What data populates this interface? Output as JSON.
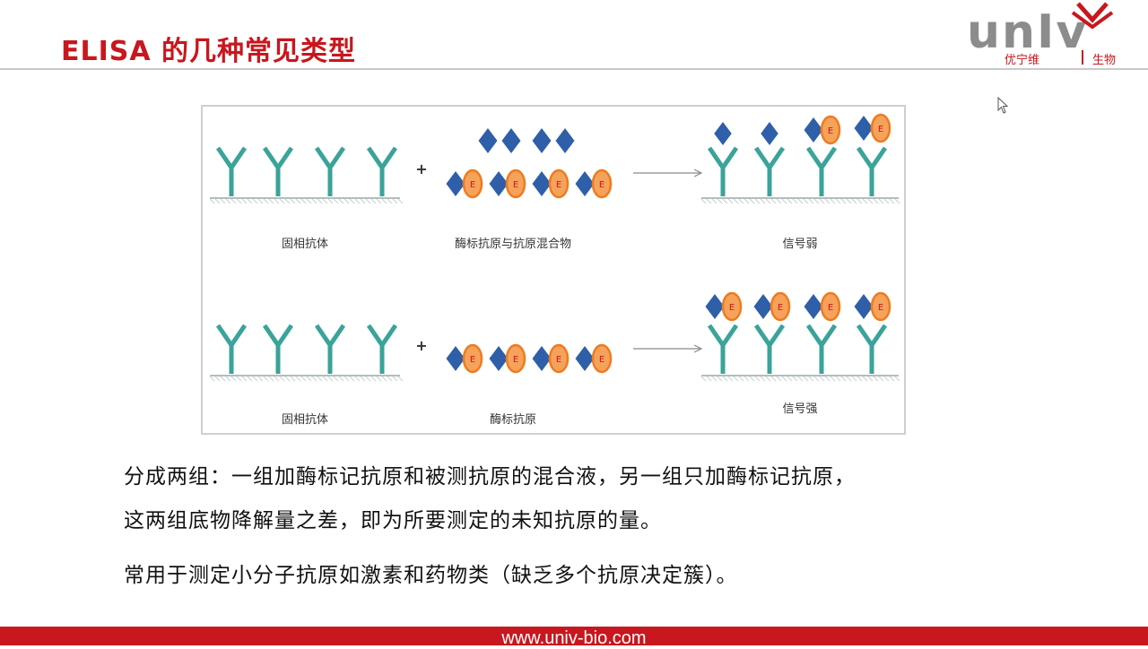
{
  "header": {
    "title": "ELISA 的几种常见类型",
    "logo_text": "unIv",
    "logo_sub_left": "优宁维",
    "logo_sub_right": "生物"
  },
  "figure": {
    "top_row": {
      "left_label": "固相抗体",
      "middle_label": "酶标抗原与抗原混合物",
      "right_label": "信号弱",
      "plus": "+",
      "enzyme_mark": "E"
    },
    "bottom_row": {
      "left_label": "固相抗体",
      "middle_label": "酶标抗原",
      "right_label": "信号强",
      "plus": "+",
      "enzyme_mark": "E"
    }
  },
  "body": {
    "line1": "分成两组：一组加酶标记抗原和被测抗原的混合液，另一组只加酶标记抗原，",
    "line2": "这两组底物降解量之差，即为所要测定的未知抗原的量。",
    "line3": "常用于测定小分子抗原如激素和药物类（缺乏多个抗原决定簇）。"
  },
  "footer": {
    "url": "www.univ-bio.com"
  },
  "colors": {
    "brand_red": "#c8171e",
    "antibody_teal": "#3aa39a",
    "antigen_blue": "#2e5fa8",
    "enzyme_orange": "#f07a1e",
    "enzyme_fill": "#f5a35b"
  }
}
